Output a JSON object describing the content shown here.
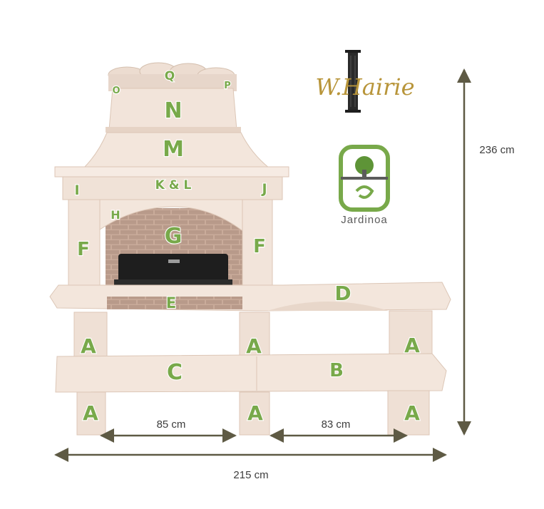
{
  "parts": {
    "q": "Q",
    "o": "O",
    "p": "P",
    "n": "N",
    "m": "M",
    "kl": "K & L",
    "i": "I",
    "j": "J",
    "h": "H",
    "g": "G",
    "f_left": "F",
    "f_right": "F",
    "e": "E",
    "d": "D",
    "c": "C",
    "b": "B",
    "a_mid_left": "A",
    "a_mid_center": "A",
    "a_mid_right": "A",
    "a_bot_left": "A",
    "a_bot_center": "A",
    "a_bot_right": "A"
  },
  "dimensions": {
    "left_opening": "85 cm",
    "right_opening": "83 cm",
    "total_width": "215 cm",
    "height": "236 cm"
  },
  "logos": {
    "brand_script": "W.Hairie",
    "brand_second": "Jardinoa"
  },
  "colors": {
    "label_green": "#78a94a",
    "stone": "#f2e4da",
    "stone_shadow": "#dcc6b6",
    "arrow": "#5e5a44",
    "gold": "#b8953a",
    "brick": "#b89a8a"
  }
}
